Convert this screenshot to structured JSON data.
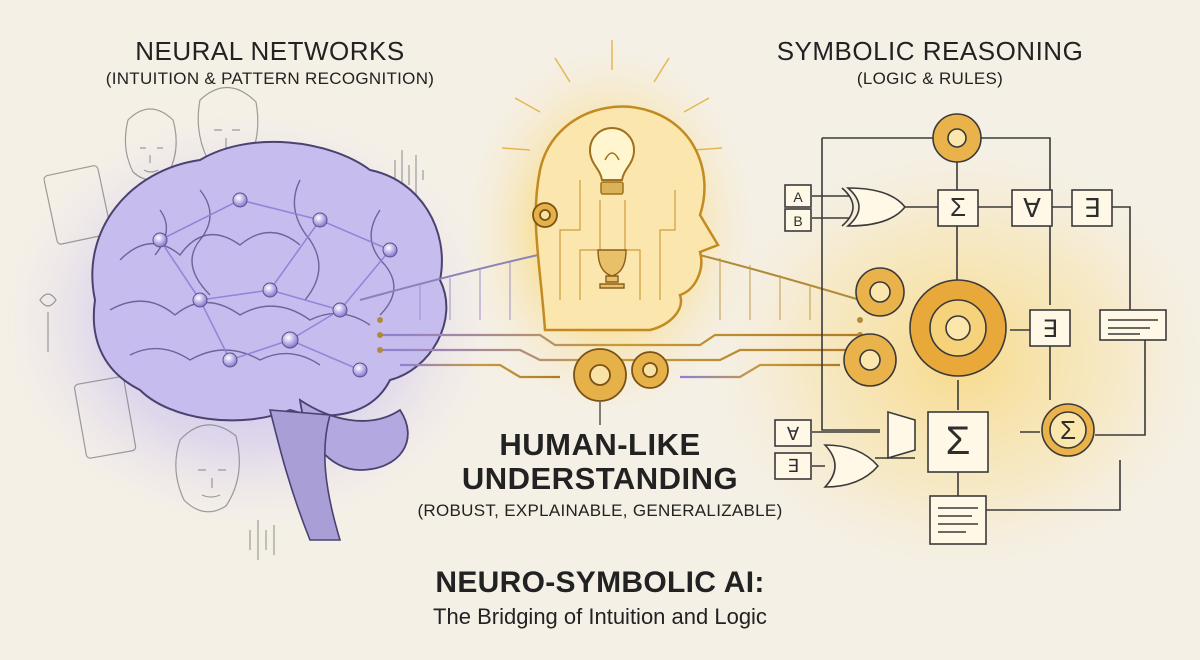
{
  "left": {
    "title": "NEURAL NETWORKS",
    "subtitle": "(INTUITION & PATTERN RECOGNITION)"
  },
  "right": {
    "title": "SYMBOLIC REASONING",
    "subtitle": "(LOGIC & RULES)"
  },
  "center": {
    "title_line1": "HUMAN-LIKE",
    "title_line2": "UNDERSTANDING",
    "subtitle": "(ROBUST, EXPLAINABLE, GENERALIZABLE)"
  },
  "footer": {
    "title": "NEURO-SYMBOLIC AI:",
    "subtitle": "The Bridging of Intuition and Logic"
  },
  "symbols": {
    "input_a": "A",
    "input_b": "B",
    "sum": "Σ",
    "forall": "∀",
    "exists": "∃"
  },
  "colors": {
    "background": "#f5f0e6",
    "neural_glow": "#9b8fe0",
    "logic_glow": "#f3c25a",
    "ink": "#3a3a3a"
  }
}
